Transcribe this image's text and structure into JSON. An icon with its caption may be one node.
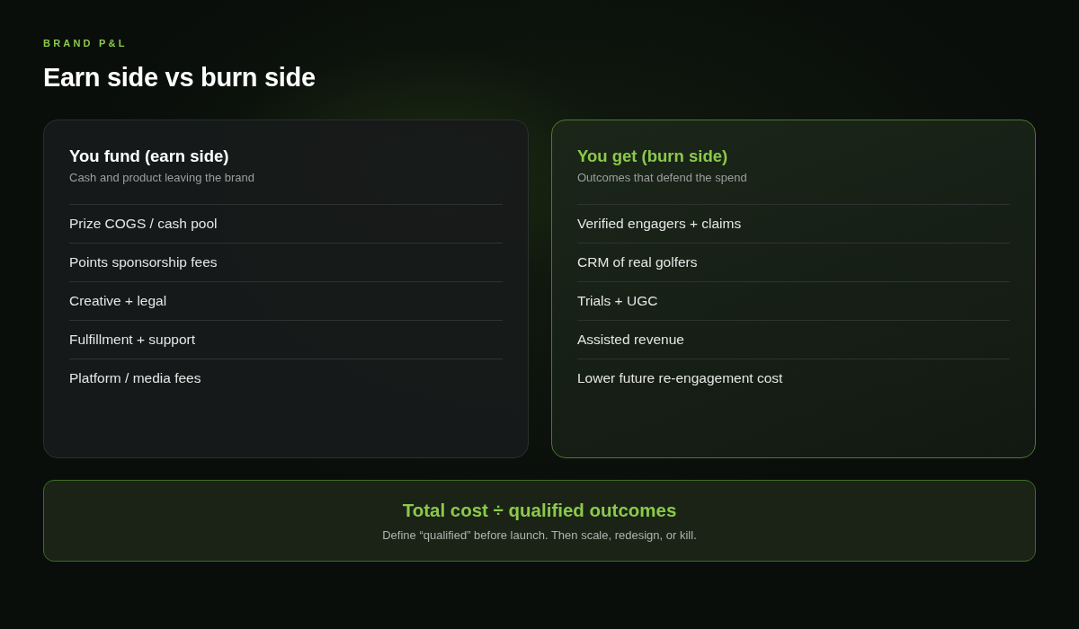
{
  "diagram": {
    "title": "Earn side vs burn side",
    "nodes": [
      {
        "text": [
          "You fund (earn side)",
          "Cash and product leaving the brand",
          "Prize COGS / cash pool",
          "Points sponsorship fees",
          "Creative + legal",
          "Fulfillment + support",
          "Platform / media fees"
        ]
      },
      {
        "text": [
          "You get (burn side)",
          "Outcomes that defend the spend",
          "Verified engagers + claims",
          "CRM of real golfers",
          "Trials + UGC",
          "Assisted revenue",
          "Lower future re-engagement cost"
        ]
      },
      {
        "text": [
          "Total cost ÷ qualified outcomes",
          "Define “qualified” before launch. Then scale, redesign, or kill."
        ]
      }
    ],
    "edges": [],
    "labels": [
      "BRAND P&L"
    ]
  }
}
